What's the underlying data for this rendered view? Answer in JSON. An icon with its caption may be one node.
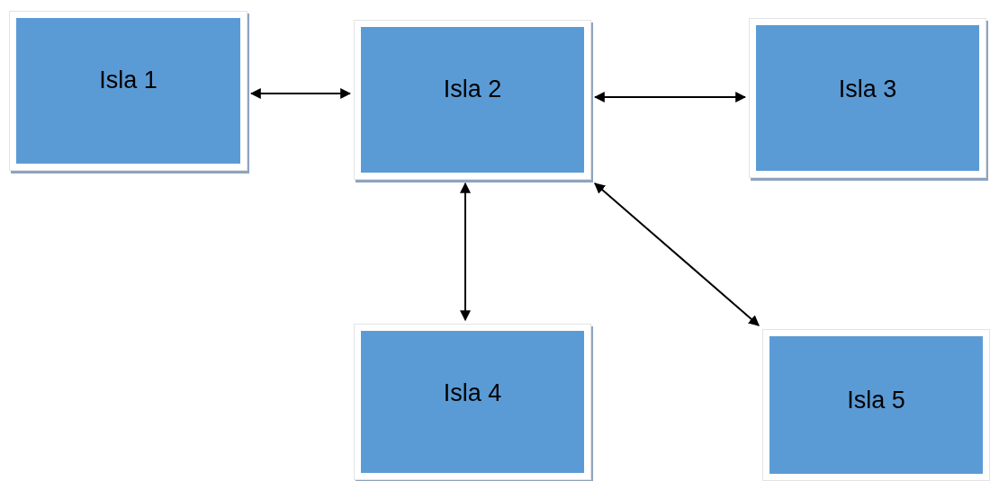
{
  "diagram": {
    "nodes": [
      {
        "text": [
          "Isla 1"
        ]
      },
      {
        "text": [
          "Isla 2"
        ]
      },
      {
        "text": [
          "Isla 3"
        ]
      },
      {
        "text": [
          "Isla 4"
        ]
      },
      {
        "text": [
          "Isla 5"
        ]
      }
    ],
    "edges": [
      {
        "from": 0,
        "to": 1,
        "arrow": "both"
      },
      {
        "from": 1,
        "to": 2,
        "arrow": "both"
      },
      {
        "from": 1,
        "to": 3,
        "arrow": "both"
      },
      {
        "from": 1,
        "to": 4,
        "arrow": "both"
      }
    ]
  }
}
